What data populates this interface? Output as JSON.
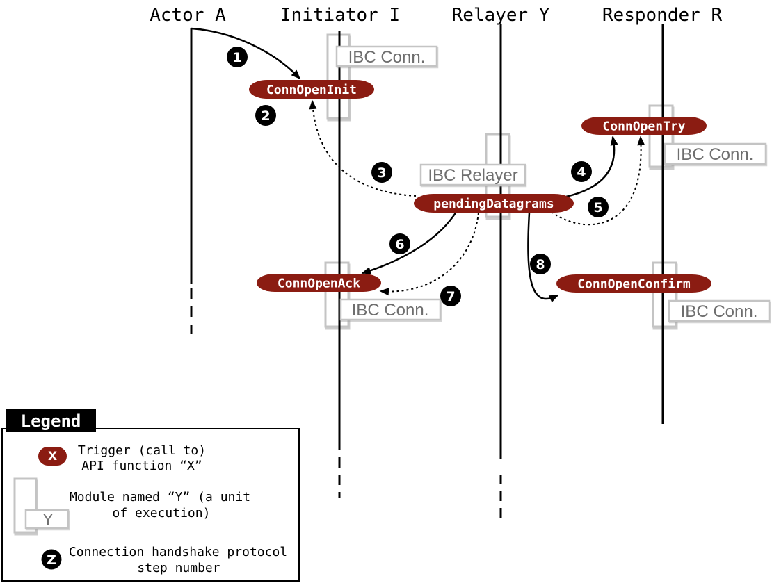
{
  "diagram": {
    "lifelines": {
      "actor": "Actor A",
      "initiator": "Initiator I",
      "relayer": "Relayer Y",
      "responder": "Responder R"
    },
    "modules": {
      "initiator_top": "IBC Conn.",
      "initiator_bottom": "IBC Conn.",
      "relayer": "IBC Relayer",
      "responder_top": "IBC Conn.",
      "responder_bottom": "IBC Conn."
    },
    "functions": {
      "conn_open_init": "ConnOpenInit",
      "conn_open_try": "ConnOpenTry",
      "pending_datagrams": "pendingDatagrams",
      "conn_open_ack": "ConnOpenAck",
      "conn_open_confirm": "ConnOpenConfirm"
    },
    "steps": [
      "1",
      "2",
      "3",
      "4",
      "5",
      "6",
      "7",
      "8"
    ]
  },
  "legend": {
    "title": "Legend",
    "trigger": {
      "symbol": "X",
      "lines": [
        "Trigger (call to)",
        "API function “X”"
      ]
    },
    "module": {
      "symbol": "Y",
      "lines": [
        "Module named “Y” (a unit",
        "of execution)"
      ]
    },
    "step": {
      "symbol": "Z",
      "lines": [
        "Connection handshake protocol",
        "step number"
      ]
    }
  },
  "colors": {
    "function_fill": "#8b1c12",
    "module_stroke": "#c4c4c4",
    "module_shadow": "#a2a2a2",
    "module_text": "#6e6e6e",
    "ink": "#000000"
  }
}
